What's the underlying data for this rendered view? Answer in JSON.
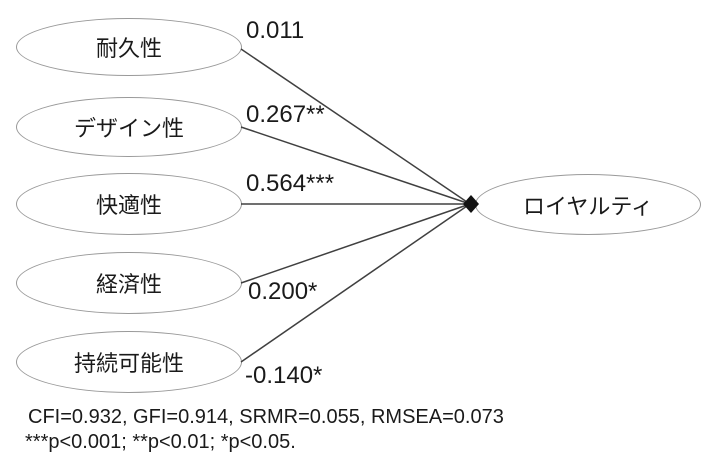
{
  "diagram": {
    "type": "sem-path-diagram",
    "predictors": [
      {
        "label": "耐久性",
        "coefficient": "0.011"
      },
      {
        "label": "デザイン性",
        "coefficient": "0.267**"
      },
      {
        "label": "快適性",
        "coefficient": "0.564***"
      },
      {
        "label": "経済性",
        "coefficient": "0.200*"
      },
      {
        "label": "持続可能性",
        "coefficient": "-0.140*"
      }
    ],
    "outcome": {
      "label": "ロイヤルティ"
    },
    "fit_statistics": "CFI=0.932, GFI=0.914, SRMR=0.055, RMSEA=0.073",
    "significance_note": "***p<0.001; **p<0.01; *p<0.05.",
    "colors": {
      "background": "#ffffff",
      "ellipse_stroke": "#9a9a9a",
      "connector_line": "#404040",
      "arrowhead": "#111111",
      "text": "#1a1a1a"
    }
  }
}
